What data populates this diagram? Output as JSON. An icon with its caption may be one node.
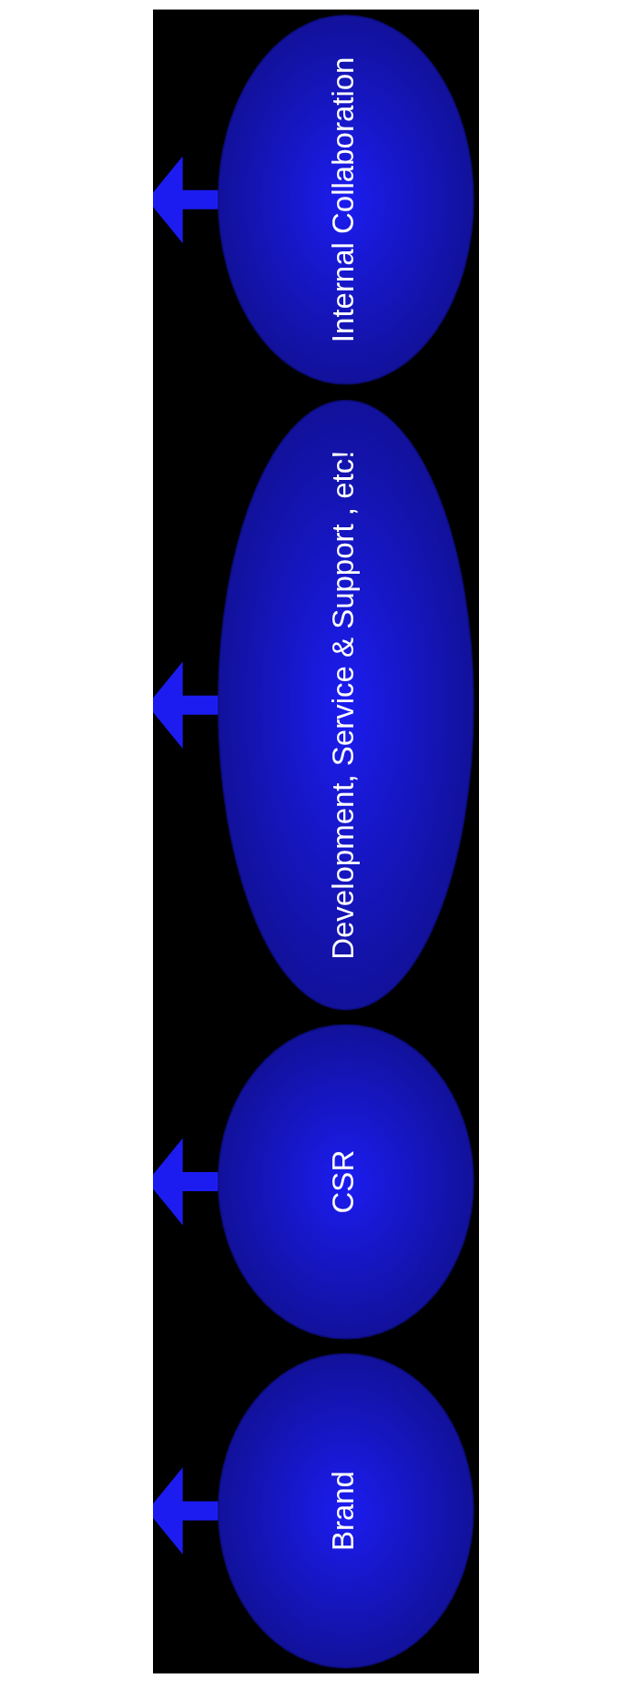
{
  "diagram": {
    "nodes": [
      {
        "text": [
          "Internal Collaboration"
        ]
      },
      {
        "text": [
          "Development, Service & Support , etc!"
        ]
      },
      {
        "text": [
          "CSR"
        ]
      },
      {
        "text": [
          "Brand"
        ]
      }
    ],
    "edges": [
      {
        "from": 0,
        "to": null,
        "arrow": "to"
      },
      {
        "from": 1,
        "to": null,
        "arrow": "to"
      },
      {
        "from": 2,
        "to": null,
        "arrow": "to"
      },
      {
        "from": 3,
        "to": null,
        "arrow": "to"
      }
    ]
  }
}
